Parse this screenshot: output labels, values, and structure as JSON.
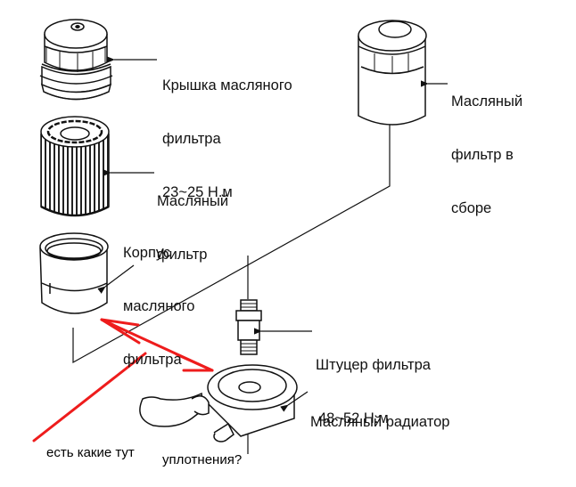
{
  "diagram": {
    "title": "Oil filter assembly exploded view",
    "labels": {
      "cap": {
        "line1": "Крышка масляного",
        "line2": "фильтра",
        "line3": "23~25 Н.м"
      },
      "filter_assembly": {
        "line1": "Масляный",
        "line2": "фильтр в",
        "line3": "сборе"
      },
      "filter_element": {
        "line1": "Масляный",
        "line2": "фильтр"
      },
      "housing": {
        "line1": "Корпус",
        "line2": "масляного",
        "line3": "фильтра"
      },
      "fitting": {
        "line1": "Штуцер фильтра",
        "line2": "48~52 Н.м"
      },
      "cooler": {
        "line1": "Масляный радиатор"
      }
    },
    "annotation": {
      "text_part1": "есть какие тут",
      "text_part2": "уплотнения?",
      "color": "#ee1c1c"
    },
    "line_color": "#111111"
  }
}
